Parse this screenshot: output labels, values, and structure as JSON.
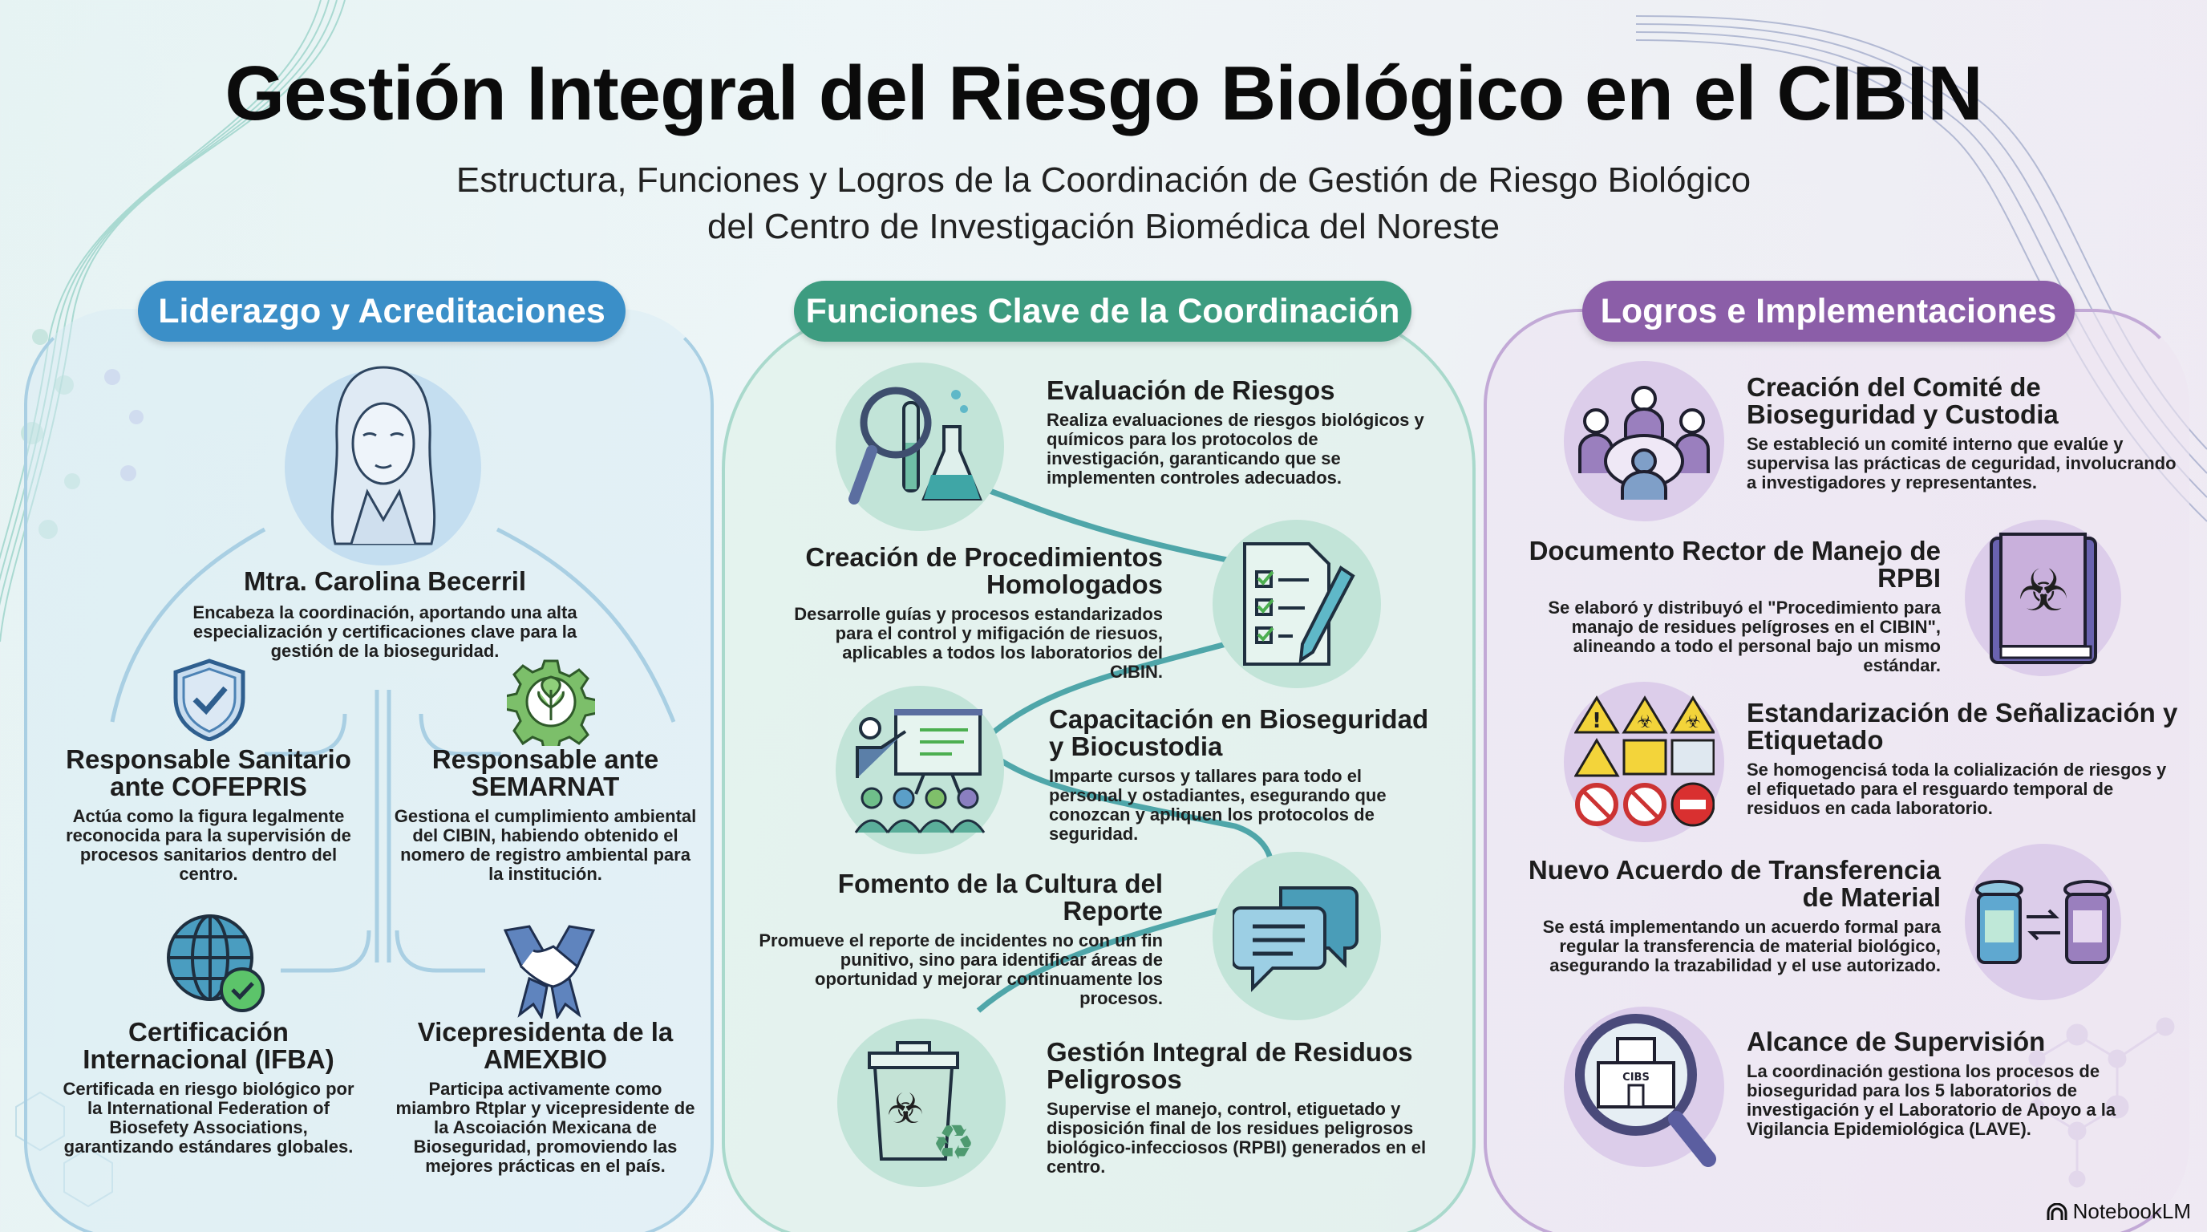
{
  "header": {
    "title": "Gestión Integral del Riesgo Biológico en el CIBIN",
    "subtitle_line1": "Estructura, Funciones y Logros de la Coordinación de Gestión de Riesgo Biológico",
    "subtitle_line2": "del Centro de Investigación Biomédica del Noreste"
  },
  "colors": {
    "left_accent": "#3b8fc8",
    "mid_accent": "#3d9c80",
    "right_accent": "#8b5ea8"
  },
  "left": {
    "badge": "Liderazgo y Acreditaciones",
    "leader": {
      "icon": "woman-portrait-icon",
      "name": "Mtra. Carolina Becerril",
      "description": "Encabeza la coordinación, aportando una alta especialización y certificaciones clave para la gestión de la bioseguridad."
    },
    "items": [
      {
        "icon": "shield-check-icon",
        "title": "Responsable Sanitario ante COFEPRIS",
        "description": "Actúa como la figura legalmente reconocida para la supervisión de procesos sanitarios dentro del centro."
      },
      {
        "icon": "gear-leaf-icon",
        "title": "Responsable ante SEMARNAT",
        "description": "Gestiona el cumplimiento ambiental del CIBIN, habiendo obtenido el nomero de registro ambiental para la institución."
      },
      {
        "icon": "globe-check-icon",
        "title": "Certificación Internacional (IFBA)",
        "description": "Certificada en riesgo biológico por la International Federation of Biosefety Associations, garantizando estándares globales."
      },
      {
        "icon": "handshake-ribbon-icon",
        "title": "Vicepresidenta de la AMEXBIO",
        "description": "Participa activamente como miambro Rtplar y vicepresidente de la Ascoiación Mexicana de Bioseguridad, promoviendo las mejores prácticas en el país."
      }
    ]
  },
  "middle": {
    "badge": "Funciones Clave de la Coordinación",
    "items": [
      {
        "icon": "magnifier-flask-icon",
        "title": "Evaluación de Riesgos",
        "description": "Realiza evaluaciones de riesgos biológicos y químicos para los protocolos de investigación, garanticando que se implementen controles adecuados."
      },
      {
        "icon": "checklist-pen-icon",
        "title": "Creación de Procedimientos Homologados",
        "description": "Desarrolle guías y procesos estandarizados para el control y mifigación de riesuos, aplicables a todos los laboratorios del CIBIN."
      },
      {
        "icon": "presentation-audience-icon",
        "title": "Capacitación en Bioseguridad y Biocustodia",
        "description": "Imparte cursos y tallares para todo el personal y ostadiantes, esegurando que conozcan y apliquen los protocolos de seguridad."
      },
      {
        "icon": "chat-bubbles-icon",
        "title": "Fomento de la Cultura del Reporte",
        "description": "Promueve el reporte de incidentes no con un fin punitivo, sino para identificar áreas de oportunidad y mejorar continuamente los procesos."
      },
      {
        "icon": "biohazard-bin-recycle-icon",
        "title": "Gestión Integral de Residuos Peligrosos",
        "description": "Supervise el manejo, control, etiguetado y disposición final de los residues peligrosos biológico-infecciosos (RPBI) generados en el centro."
      }
    ]
  },
  "right": {
    "badge": "Logros e Implementaciones",
    "items": [
      {
        "icon": "committee-meeting-icon",
        "title": "Creación del Comité de Bioseguridad y Custodia",
        "description": "Se estableció un comité interno que evalúe y supervisa las prácticas de ceguridad, involucrando a investigadores y representantes."
      },
      {
        "icon": "biohazard-book-icon",
        "title": "Documento Rector de Manejo de RPBI",
        "description": "Se elaboró y distribuyó el \"Procedimiento para manajo de residues pelígroses en el CIBIN\", alineando a todo el personal bajo un mismo estándar."
      },
      {
        "icon": "warning-signs-icon",
        "title": "Estandarización de Señalización y Etiquetado",
        "description": "Se homogencisá toda la colialización de riesgos y el efiquetado para el resguardo temporal de residuos en cada laboratorio."
      },
      {
        "icon": "jars-exchange-icon",
        "title": "Nuevo Acuerdo de Transferencia de Material",
        "description": "Se está implementando un acuerdo formal para regular la transferencia de material biológico, asegurando la trazabilidad y el use autorizado."
      },
      {
        "icon": "magnifier-building-icon",
        "building_label": "CIBS",
        "title": "Alcance de Supervisión",
        "description": "La coordinación gestiona los procesos de bioseguridad para los 5 laboratorios de investigación y el Laboratorio de Apoyo a la Vigilancia Epidemiológica (LAVE)."
      }
    ]
  },
  "footer": {
    "brand": "NotebookLM"
  }
}
